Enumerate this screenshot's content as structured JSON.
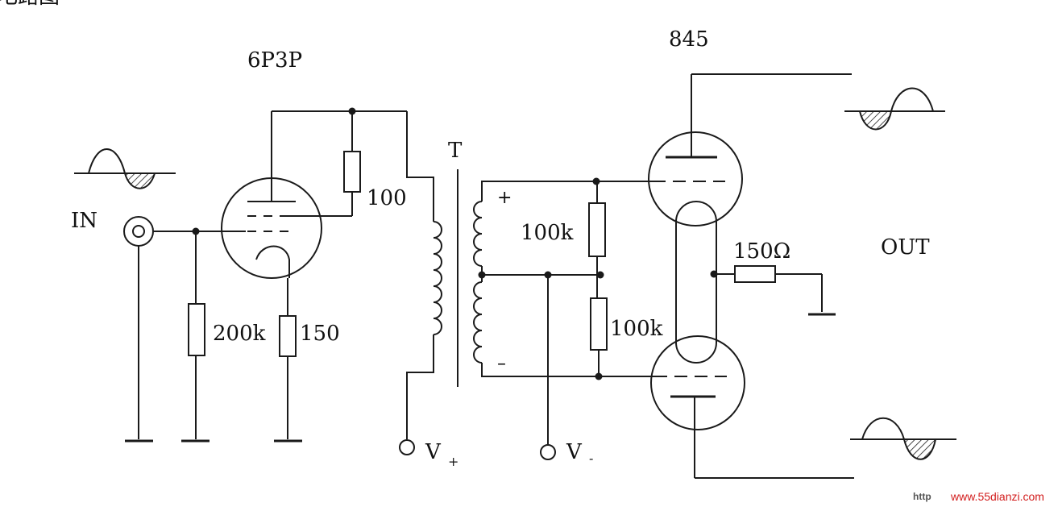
{
  "top_fragment": "电路图",
  "labels": {
    "input_tube": "6P3P",
    "output_tube": "845",
    "input": "IN",
    "output": "OUT",
    "transformer": "T",
    "supply_pos": "V",
    "supply_pos_sub": "+",
    "supply_neg": "V",
    "supply_neg_sub": "-",
    "sec_plus": "+",
    "sec_minus": "–"
  },
  "components": {
    "r_grid": "200k",
    "r_cathode": "150",
    "r_screen": "100",
    "r_div_top": "100k",
    "r_div_bottom": "100k",
    "r_out": "150Ω"
  },
  "watermark": {
    "prefix": "http",
    "site": "www.55dianzi.com"
  }
}
